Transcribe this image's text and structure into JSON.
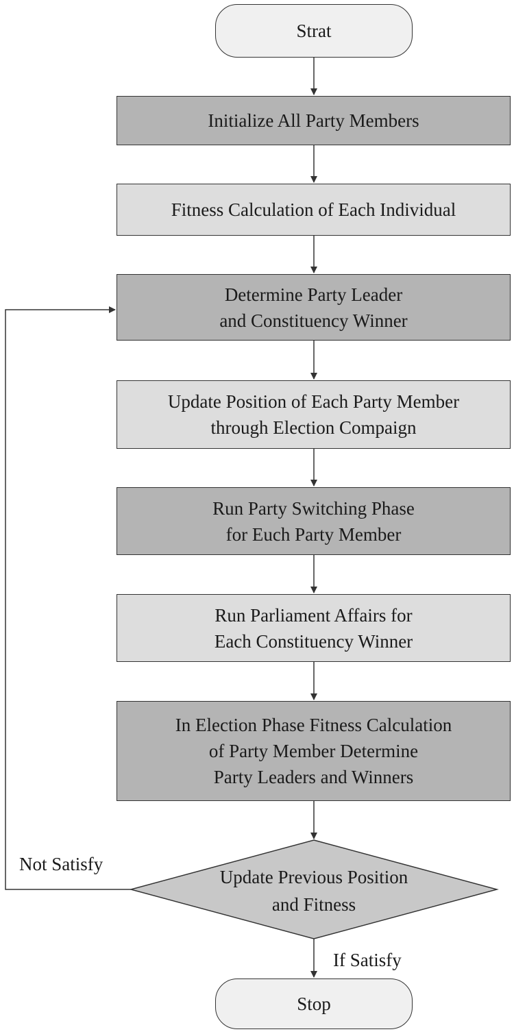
{
  "flowchart": {
    "start": "Strat",
    "steps": [
      {
        "lines": [
          "Initialize All Party Members"
        ]
      },
      {
        "lines": [
          "Fitness Calculation of Each Individual"
        ]
      },
      {
        "lines": [
          "Determine Party Leader",
          "and Constituency Winner"
        ]
      },
      {
        "lines": [
          "Update Position of Each Party Member",
          "through Election Compaign"
        ]
      },
      {
        "lines": [
          "Run Party Switching Phase",
          "for Euch Party Member"
        ]
      },
      {
        "lines": [
          "Run Parliament Affairs for",
          "Each Constituency Winner"
        ]
      },
      {
        "lines": [
          "In Election Phase Fitness Calculation",
          "of Party Member Determine",
          "Party Leaders and Winners"
        ]
      }
    ],
    "decision": {
      "lines": [
        "Update Previous Position",
        "and Fitness"
      ]
    },
    "loop_label": "Not Satisfy",
    "exit_label": "If Satisfy",
    "stop": "Stop"
  },
  "colors": {
    "dark_fill": "#b4b4b4",
    "light_fill": "#dddddd",
    "terminal_fill": "#f0f0f0",
    "stroke": "#333333"
  }
}
